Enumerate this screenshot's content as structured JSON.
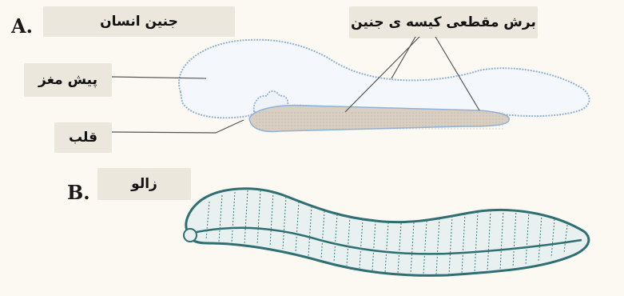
{
  "panel_a": {
    "letter": "A.",
    "title": "جنین انسان",
    "labels": {
      "section": "برش مقطعی کیسه ی جنین",
      "forebrain": "پیش مغز",
      "heart": "قلب"
    }
  },
  "panel_b": {
    "letter": "B.",
    "title": "زالو"
  },
  "colors": {
    "background": "#fbf9f1",
    "label_bg": "#ebe7dc",
    "embryo_outline": "#8fb2d6",
    "yolk_sac": "#d8cfc2",
    "leech_outline": "#2d6f73",
    "leader_line": "#555555"
  }
}
